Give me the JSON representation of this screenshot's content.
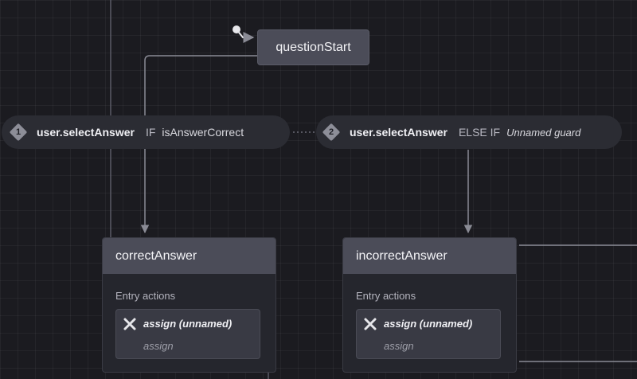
{
  "initial_state": {
    "label": "questionStart"
  },
  "transitions": [
    {
      "number": "1",
      "event": "user.selectAnswer",
      "keyword": "IF",
      "guard": "isAnswerCorrect"
    },
    {
      "number": "2",
      "event": "user.selectAnswer",
      "keyword": "ELSE IF",
      "guard": "Unnamed guard"
    }
  ],
  "states": [
    {
      "label": "correctAnswer",
      "entry_label": "Entry actions",
      "action": {
        "name": "assign (unnamed)",
        "type": "assign"
      }
    },
    {
      "label": "incorrectAnswer",
      "entry_label": "Entry actions",
      "action": {
        "name": "assign (unnamed)",
        "type": "assign"
      }
    }
  ],
  "colors": {
    "canvas": "#1b1b20",
    "state_header": "#4b4c58",
    "wire": "#8a8b95"
  }
}
